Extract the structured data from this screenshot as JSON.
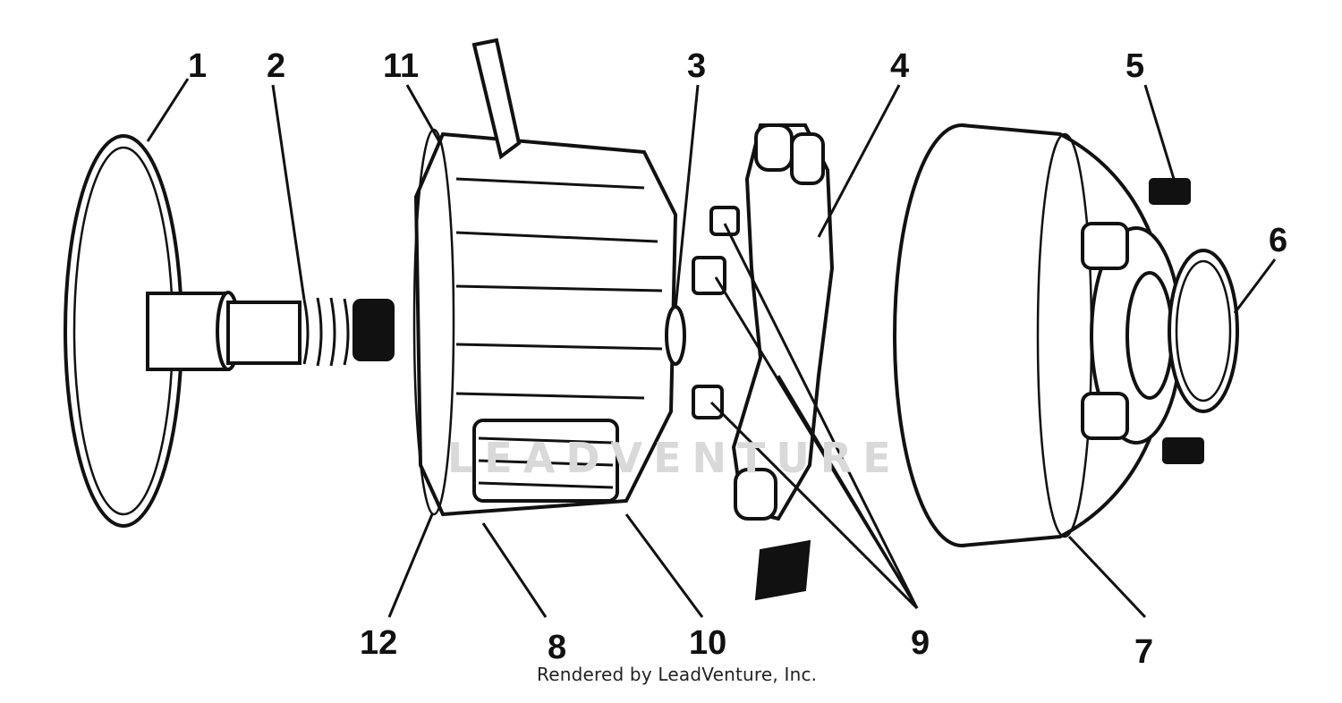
{
  "diagram": {
    "watermark": "LEADVENTURE",
    "credit": "Rendered by LeadVenture, Inc.",
    "callouts": [
      {
        "id": "1",
        "label": "1"
      },
      {
        "id": "2",
        "label": "2"
      },
      {
        "id": "11",
        "label": "11"
      },
      {
        "id": "3",
        "label": "3"
      },
      {
        "id": "4",
        "label": "4"
      },
      {
        "id": "5",
        "label": "5"
      },
      {
        "id": "6",
        "label": "6"
      },
      {
        "id": "12",
        "label": "12"
      },
      {
        "id": "8",
        "label": "8"
      },
      {
        "id": "10",
        "label": "10"
      },
      {
        "id": "9",
        "label": "9"
      },
      {
        "id": "7",
        "label": "7"
      }
    ]
  }
}
